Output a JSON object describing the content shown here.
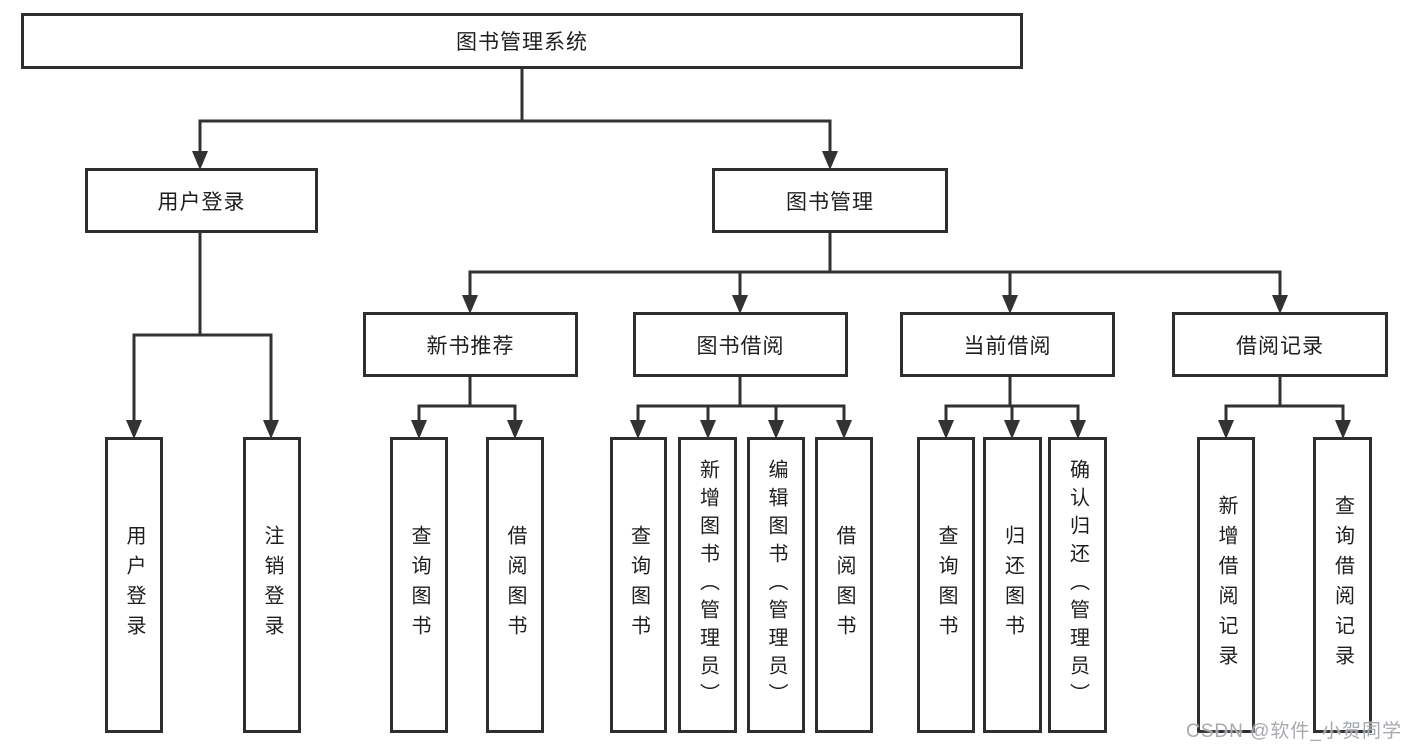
{
  "diagram_title": "图书管理系统",
  "watermark": "CSDN @软件_小贺同学",
  "colors": {
    "background": "#ffffff",
    "box_border": "#2e2e2e",
    "connector_line": "#323232",
    "text": "#1e1e1e",
    "watermark_text": "#a6aaae"
  },
  "tree": {
    "root": {
      "label": "图书管理系统",
      "children": [
        {
          "label": "用户登录",
          "children": [
            {
              "label": "用户登录"
            },
            {
              "label": "注销登录"
            }
          ]
        },
        {
          "label": "图书管理",
          "children": [
            {
              "label": "新书推荐",
              "children": [
                {
                  "label": "查询图书"
                },
                {
                  "label": "借阅图书"
                }
              ]
            },
            {
              "label": "图书借阅",
              "children": [
                {
                  "label": "查询图书"
                },
                {
                  "label": "新增图书（管理员）"
                },
                {
                  "label": "编辑图书（管理员）"
                },
                {
                  "label": "借阅图书"
                }
              ]
            },
            {
              "label": "当前借阅",
              "children": [
                {
                  "label": "查询图书"
                },
                {
                  "label": "归还图书"
                },
                {
                  "label": "确认归还（管理员）"
                }
              ]
            },
            {
              "label": "借阅记录",
              "children": [
                {
                  "label": "新增借阅记录"
                },
                {
                  "label": "查询借阅记录"
                }
              ]
            }
          ]
        }
      ]
    }
  }
}
